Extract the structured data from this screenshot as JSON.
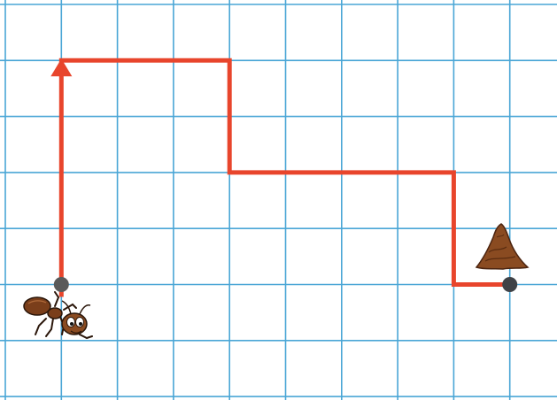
{
  "grid": {
    "columns": 10,
    "rows": 7,
    "line_color": "#4aa6d6",
    "background": "#ffffff"
  },
  "path": {
    "color": "#e8452c",
    "points": [
      [
        9,
        5
      ],
      [
        8,
        5
      ],
      [
        8,
        3
      ],
      [
        4,
        3
      ],
      [
        4,
        1
      ],
      [
        1,
        1
      ],
      [
        1,
        5
      ]
    ]
  },
  "start_point": {
    "node": [
      1,
      5
    ],
    "color": "#5a5a5a",
    "icon": "ant-icon"
  },
  "end_point": {
    "node": [
      9,
      5
    ],
    "color": "#3f4247",
    "icon": "anthill-icon"
  },
  "arrow": {
    "direction": "up",
    "at": [
      1,
      1
    ]
  }
}
